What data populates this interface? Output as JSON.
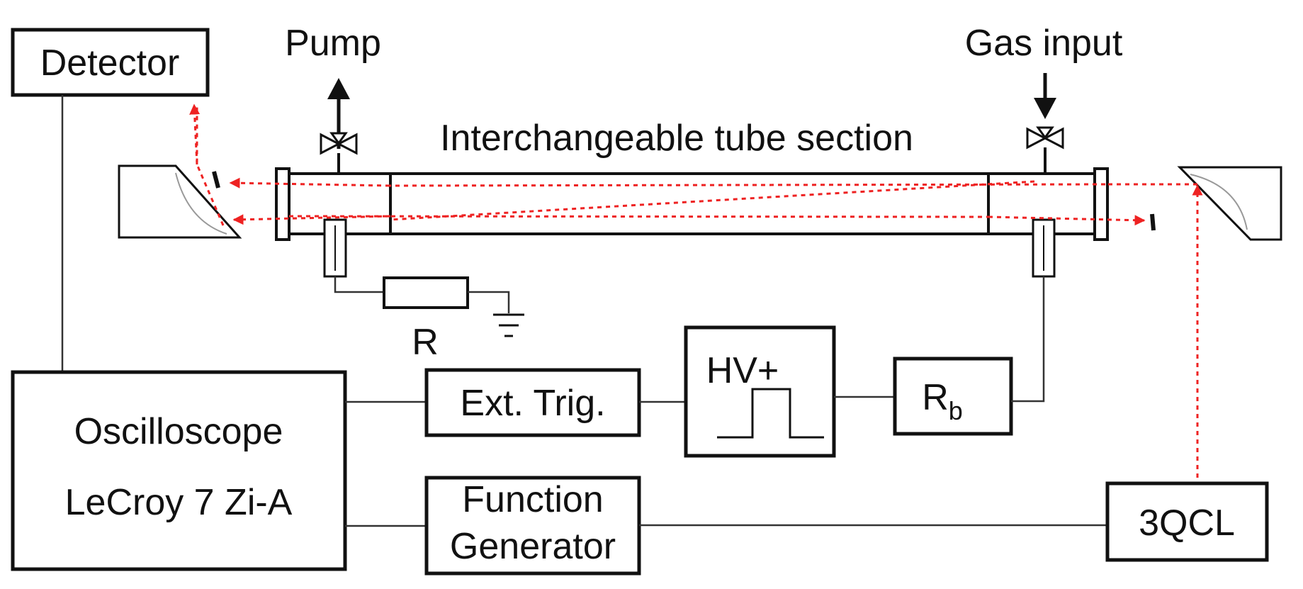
{
  "labels": {
    "detector": "Detector",
    "pump": "Pump",
    "gas_input": "Gas input",
    "tube_section": "Interchangeable tube section",
    "resistor": "R",
    "ext_trig": "Ext. Trig.",
    "hv": "HV+",
    "rb_main": "R",
    "rb_sub": "b",
    "oscilloscope_line1": "Oscilloscope",
    "oscilloscope_line2": "LeCroy 7 Zi-A",
    "function_generator_line1": "Function",
    "function_generator_line2": "Generator",
    "qcl": "3QCL"
  },
  "colors": {
    "laser_beam": "#ee2222",
    "outline": "#111111"
  }
}
